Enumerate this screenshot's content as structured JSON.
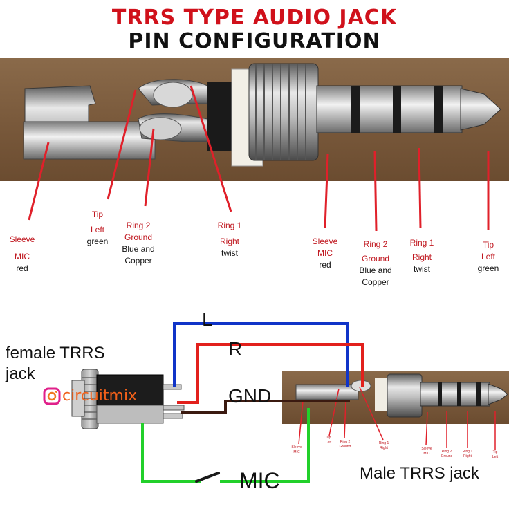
{
  "title": {
    "line1": "TRRS TYPE AUDIO JACK",
    "line2": "PIN CONFIGURATION"
  },
  "top_labels": {
    "sleeve": {
      "name": "Sleeve",
      "fn": "MIC",
      "color": "red"
    },
    "tip": {
      "name": "Tip",
      "fn": "Left",
      "color": "green"
    },
    "ring2": {
      "name": "Ring 2",
      "fn": "Ground",
      "color1": "Blue and",
      "color2": "Copper"
    },
    "ring1": {
      "name": "Ring 1",
      "fn": "Right",
      "color": "twist"
    }
  },
  "wiring": {
    "female_line1": "female TRRS",
    "female_line2": "jack",
    "male": "Male TRRS jack",
    "wire_l": "L",
    "wire_r": "R",
    "wire_gnd": "GND",
    "wire_mic": "MIC",
    "watermark": "circuitmix"
  },
  "mini_labels": {
    "sleeve": "Sleeve",
    "mic": "MIC",
    "tip": "Tip",
    "left": "Left",
    "ring2": "Ring 2",
    "ground": "Ground",
    "ring1": "Ring 1",
    "right": "Right"
  },
  "colors": {
    "title_red": "#d0111b",
    "wire_blue": "#1034c8",
    "wire_red": "#e2201c",
    "wire_green": "#22d02a",
    "wire_brown": "#3b1a10",
    "pointer_red": "#e0202a"
  }
}
